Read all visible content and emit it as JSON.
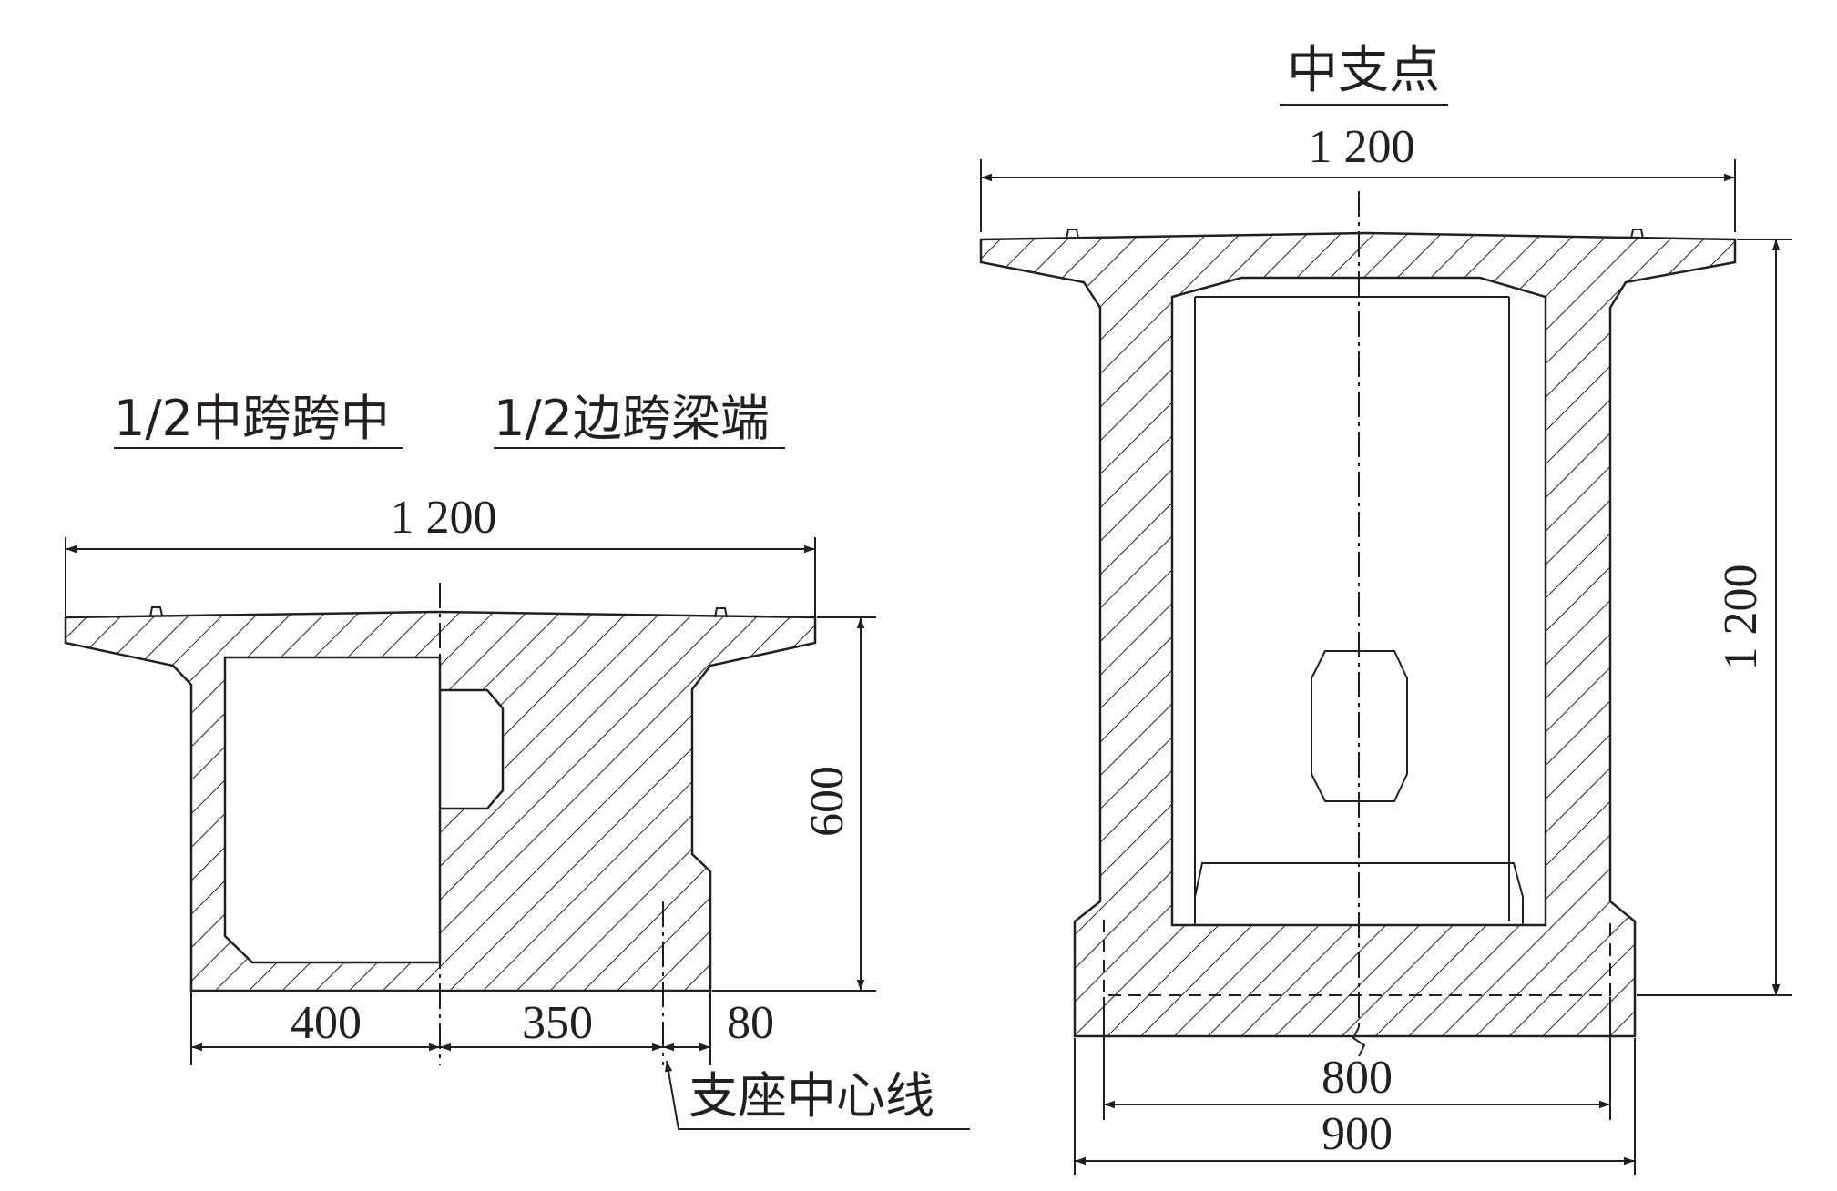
{
  "left_section": {
    "title_left": "1/2中跨跨中",
    "title_right": "1/2边跨梁端",
    "top_width": "1 200",
    "height": "600",
    "dim_a": "400",
    "dim_b": "350",
    "dim_c": "80",
    "bearing_label": "支座中心线"
  },
  "right_section": {
    "title": "中支点",
    "top_width": "1 200",
    "height": "1 200",
    "inner_width": "800",
    "bottom_width": "900"
  },
  "colors": {
    "line": "#231f20",
    "background": "#ffffff"
  }
}
